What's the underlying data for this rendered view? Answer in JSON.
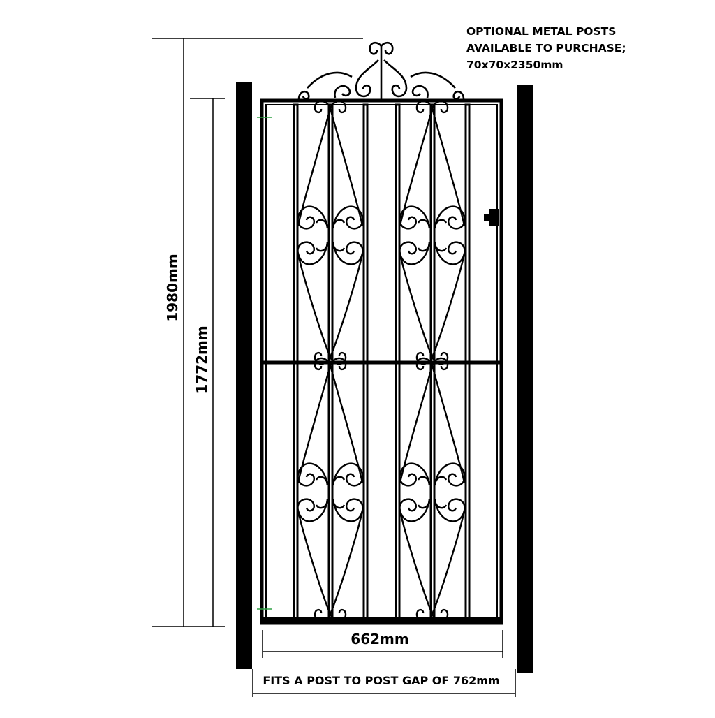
{
  "note": {
    "line1": "OPTIONAL METAL POSTS",
    "line2": "AVAILABLE TO PURCHASE;",
    "line3": "70x70x2350mm"
  },
  "dimensions": {
    "overall_height": "1980mm",
    "frame_height": "1772mm",
    "gate_width": "662mm",
    "post_gap": "FITS A POST TO POST GAP OF 762mm"
  }
}
